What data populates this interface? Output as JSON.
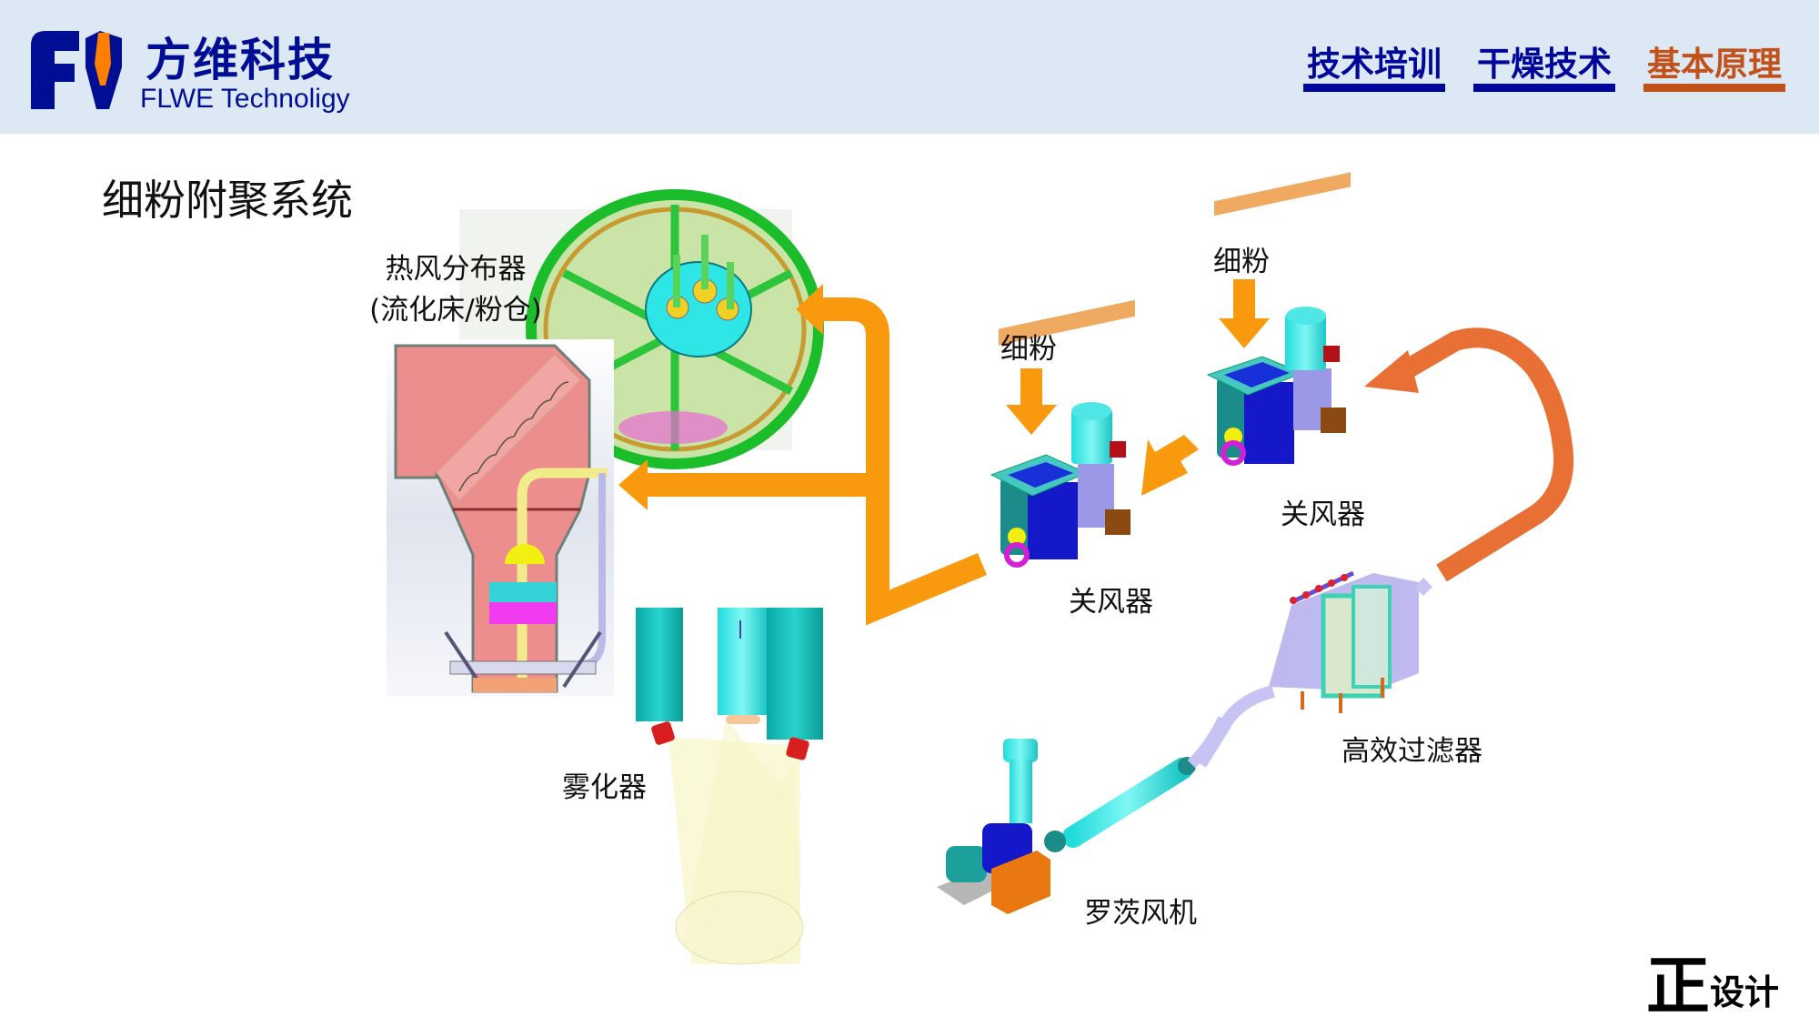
{
  "header": {
    "brand_cn": "方维科技",
    "brand_en": "FLWE Technoligy",
    "logo_icon": "fv-logo-icon",
    "nav": [
      {
        "label": "技术培训",
        "color": "#00069a",
        "active": false
      },
      {
        "label": "干燥技术",
        "color": "#00069a",
        "active": false
      },
      {
        "label": "基本原理",
        "color": "#c2511a",
        "active": true
      }
    ]
  },
  "slide": {
    "title": "细粉附聚系统"
  },
  "diagram": {
    "labels": {
      "hot_air_distributor_line1": "热风分布器",
      "hot_air_distributor_line2": "(流化床/粉仓)",
      "fine_powder_1": "细粉",
      "fine_powder_2": "细粉",
      "rotary_valve_1": "关风器",
      "rotary_valve_2": "关风器",
      "atomizer": "雾化器",
      "hepa_filter": "高效过滤器",
      "roots_blower": "罗茨风机"
    },
    "colors": {
      "flow_arrow": "#f99a0e",
      "return_arrow": "#e87035"
    }
  },
  "footer": {
    "mark": "正",
    "text": "设计"
  }
}
